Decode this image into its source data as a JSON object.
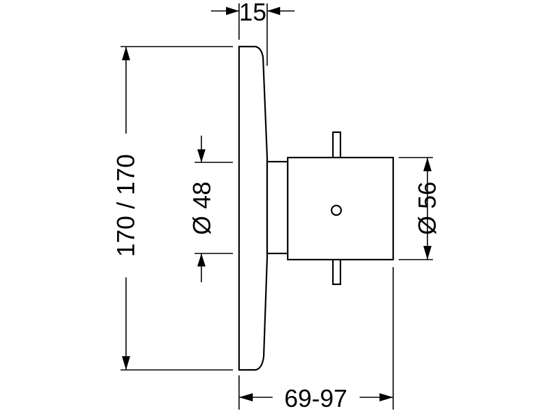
{
  "dimensions": {
    "top_depth": "15",
    "height": "170 / 170",
    "inner_diameter": "Ø 48",
    "outer_diameter": "Ø 56",
    "total_depth": "69-97"
  },
  "colors": {
    "line": "#000000",
    "background": "#ffffff"
  }
}
